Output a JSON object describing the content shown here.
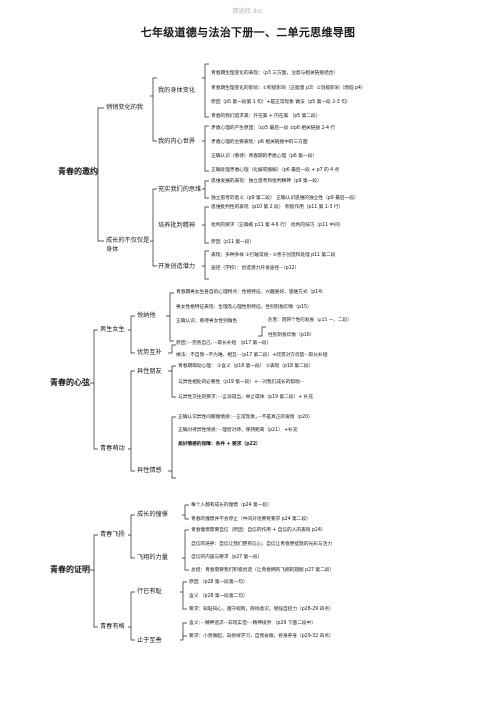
{
  "watermark": "精选修 doc",
  "title": "七年级道德与法治下册一、二单元思维导图",
  "s1": {
    "root": "青春的邀约",
    "b1": "悄悄变化的我",
    "b1_1": "我的身体变化",
    "b1_1_items": [
      "青春期生理变化的表现：（p3 三方面，注意与相关链接结合）",
      "青春期生理变化的影响：①积极影响（正能量 p3）②消极影响（烦恼 p4）",
      "原因（p5 第一段第 1 句）+是正常现象    做法（p5 第一段 2-3 句）",
      "青春的我们追求美：外在美   +   内在美    （p5 第二段）"
    ],
    "b1_2": "我的内心世界",
    "b1_2_items": [
      "矛盾心理的产生原因：①p5 最后一段   ②p6 相关链接 2-4 行",
      "矛盾心理的主要表现：p6 相关链接中的三方面",
      "正确认识（看待）青春期的矛盾心理（p6 第一段）",
      "正确处理矛盾心理（化解或缓解）（p6 最后一段 + p7 的 4 点"
    ],
    "b2": "成长的不仅仅是身体",
    "b2_1": "充实我们的思维",
    "b2_1_items": [
      "思维发展的表现：独立思考和批判精神（p9 第一段）",
      "独立思考的意义（p9 第二段）  正确认识思维的独立性（p9 最后一段）"
    ],
    "b2_2": "培养批判精神",
    "b2_2_items": [
      "思维批判性的表现（p10 第 2 段）   积极作用（p11 第 1-3 行）",
      "批判的要求（正确看 p11 第 4-6 行）   批判的技巧（p11 中间）"
    ],
    "b2_3": "开发创造潜力",
    "b2_3_items": [
      "原因（p11 第一段）",
      "表现：多种多样 ①打破常规···②善于创造和处理 p11 第二段",
      "途径（学校）：创造潜力开发途径···（p12）"
    ]
  },
  "s2": {
    "root": "青春的心弦",
    "b1": "男生女生",
    "b1_1": "悦纳他",
    "b1_1_items": [
      "青春期男女生各自的心理特点：性格特征、兴趣爱好、思维方式（p14）",
      "男女性格特征表现：生理及心理性别特征，性别刻板印象（p15）",
      "正确认识、看待男女性别角色",
      "性别刻板印象（p16）"
    ],
    "b1_1_sub": "危害：阻碍个性的发展（p15 一、二段）",
    "b1_2": "优势互补",
    "b1_2_items": [
      "原因：···完善自己、···取长补短  （p17 第一段）",
      "做法：不自我···不为难、相互···（p17 第二段）+欣赏对方优势···取长补短"
    ],
    "b2": "青春萌动",
    "b2_1": "异性朋友",
    "b2_1_items": [
      "青春期萌动心理：  ①含义（p18 第一段）   ②表现（p18 第二段）",
      "与异性相处的必要性（p19 第一段）+···对我们成长的帮助···",
      "与异性交往的要求：···言谈得当，举止得体（p19 第二段）+ 补充"
    ],
    "b2_2": "异性情感",
    "b2_2_items": [
      "正确认识异性间朦胧情感：···正常现象，···不是真正的爱情（p20）",
      "正确对待异性情感：···理智对待，保持距离（p21）   +补充",
      "美好情感的保障：条件   +   要求（p22）"
    ]
  },
  "s3": {
    "root": "青春的证明",
    "b1": "青春飞扬",
    "b1_1": "成长的憧憬",
    "b1_1_items": [
      "每个人都有成长的憧憬（p24 第一段）",
      "青春的憧憬并不会停止（中间对话要有要求 p24 第二段）"
    ],
    "b1_2": "飞翔的力量",
    "b1_2_items": [
      "青春憧憬需要自信（原因：自信的作用 + 自信的人的表现 p24）",
      "自信的培养：自信让我们更有信心；自信让青春更绽放的光彩与活力",
      "自信的内容与要求（p27 第一段）",
      "总结：青春需要我们积极创造（让青春拥有飞翔的翅膀 p27 第二段）"
    ],
    "b2": "青春有格",
    "b2_1": "行已有耻",
    "b2_1_items": [
      "原因    （p28 第一段第一句）",
      "含义    （p28 第一段第二句）",
      "要求：知耻知心，遵守规则，底线意识，增强自控力（p28-29 四点）"
    ],
    "b2_2": "止于至善",
    "b2_2_items": [
      "含义：···精神追求···非现实但····精神境界    （p29 下面二段中）",
      "要求：小善做起，向榜样学习，自我省察，修身养身（p29-32 四点）"
    ]
  }
}
